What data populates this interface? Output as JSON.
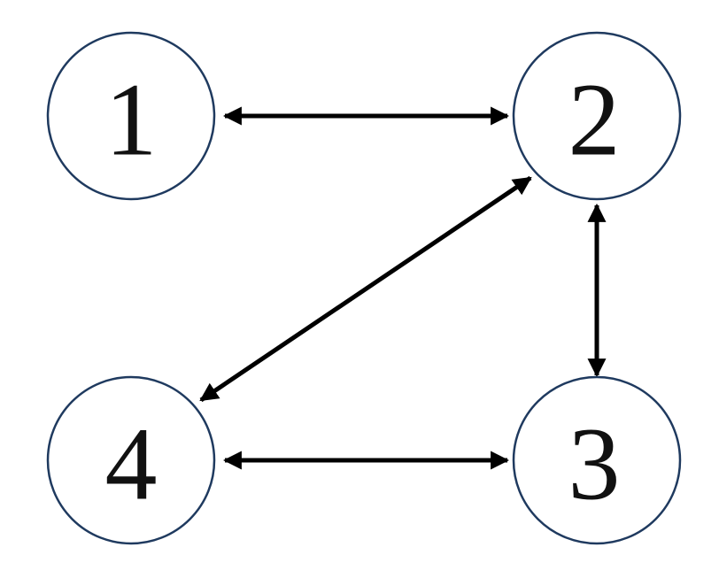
{
  "diagram": {
    "colors": {
      "node_stroke": "#1f3a5f",
      "node_fill": "#ffffff",
      "edge": "#000000",
      "label": "#111111"
    },
    "nodes": [
      {
        "id": "n1",
        "label": "1"
      },
      {
        "id": "n2",
        "label": "2"
      },
      {
        "id": "n3",
        "label": "3"
      },
      {
        "id": "n4",
        "label": "4"
      }
    ],
    "edges": [
      {
        "id": "e12",
        "from": "1",
        "to": "2",
        "direction": "bidirectional"
      },
      {
        "id": "e23",
        "from": "2",
        "to": "3",
        "direction": "bidirectional"
      },
      {
        "id": "e24",
        "from": "2",
        "to": "4",
        "direction": "bidirectional"
      },
      {
        "id": "e34",
        "from": "3",
        "to": "4",
        "direction": "bidirectional"
      }
    ]
  }
}
